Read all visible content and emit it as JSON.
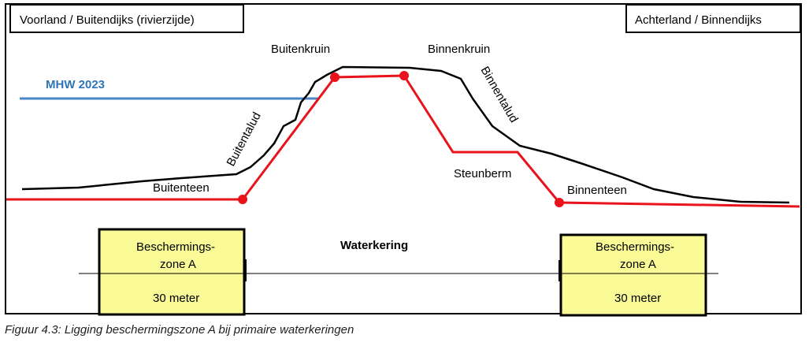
{
  "labels": {
    "left_region": "Voorland / Buitendijks (rivierzijde)",
    "right_region": "Achterland / Binnendijks",
    "mhw": "MHW 2023",
    "buitenkruin": "Buitenkruin",
    "binnenkruin": "Binnenkruin",
    "buitentalud": "Buitentalud",
    "binnentalud": "Binnentalud",
    "buitenteen": "Buitenteen",
    "binnenteen": "Binnenteen",
    "steunberm": "Steunberm",
    "waterkering": "Waterkering"
  },
  "zones": [
    {
      "line1": "Beschermings-",
      "line2": "zone A",
      "width": "30 meter"
    },
    {
      "line1": "Beschermings-",
      "line2": "zone A",
      "width": "30 meter"
    }
  ],
  "caption": "Figuur 4.3: Ligging beschermingszone A bij primaire waterkeringen",
  "colors": {
    "profile": "#000000",
    "design": "#e8131b",
    "mhw": "#4a86c5",
    "zone_fill": "#fafa96"
  }
}
